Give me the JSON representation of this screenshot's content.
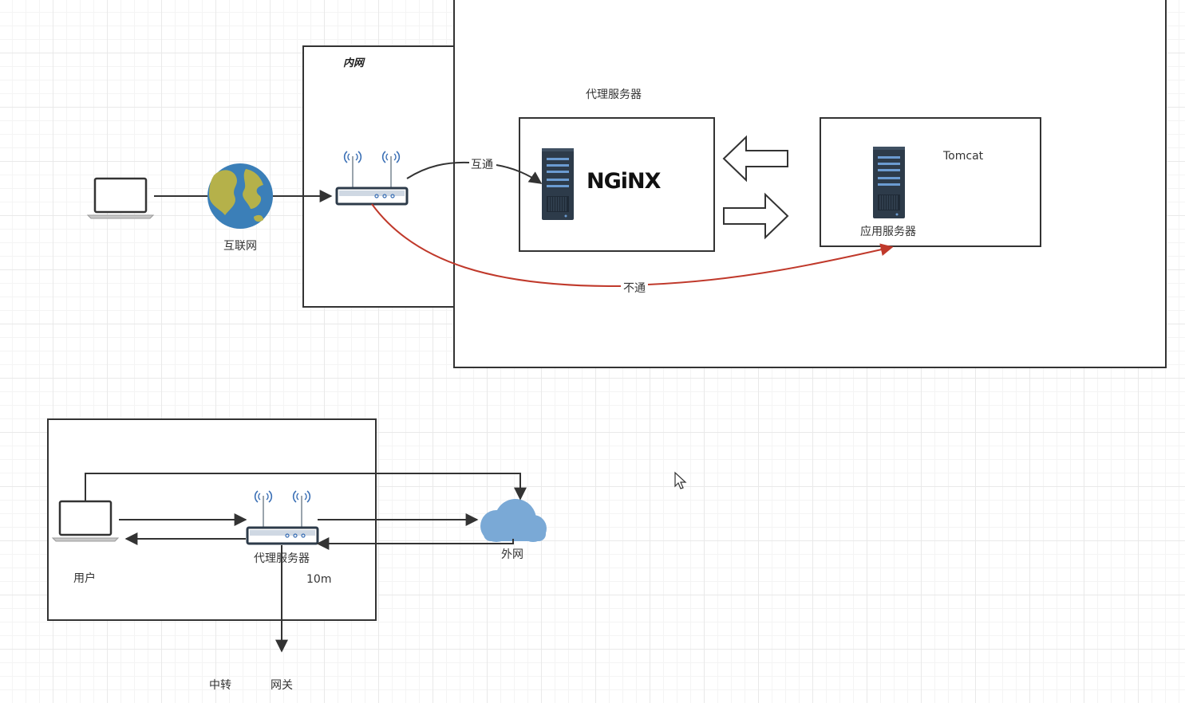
{
  "top_diagram": {
    "intranet_label": "内网",
    "proxy_server_title": "代理服务器",
    "nginx_logo": "NGiNX",
    "tomcat_label": "Tomcat",
    "app_server_label": "应用服务器",
    "internet_label": "互联网",
    "connected_label": "互通",
    "blocked_label": "不通"
  },
  "bottom_diagram": {
    "user_label": "用户",
    "proxy_label": "代理服务器",
    "speed_label": "10m",
    "internet_label": "外网",
    "relay_label": "中转",
    "gateway_label": "网关"
  },
  "colors": {
    "line": "#333333",
    "blocked_line": "#c0392b",
    "cloud": "#7aa9d6",
    "server": "#2d3b4a",
    "earth_ocean": "#3b7fb8",
    "earth_land": "#b5b14a"
  }
}
